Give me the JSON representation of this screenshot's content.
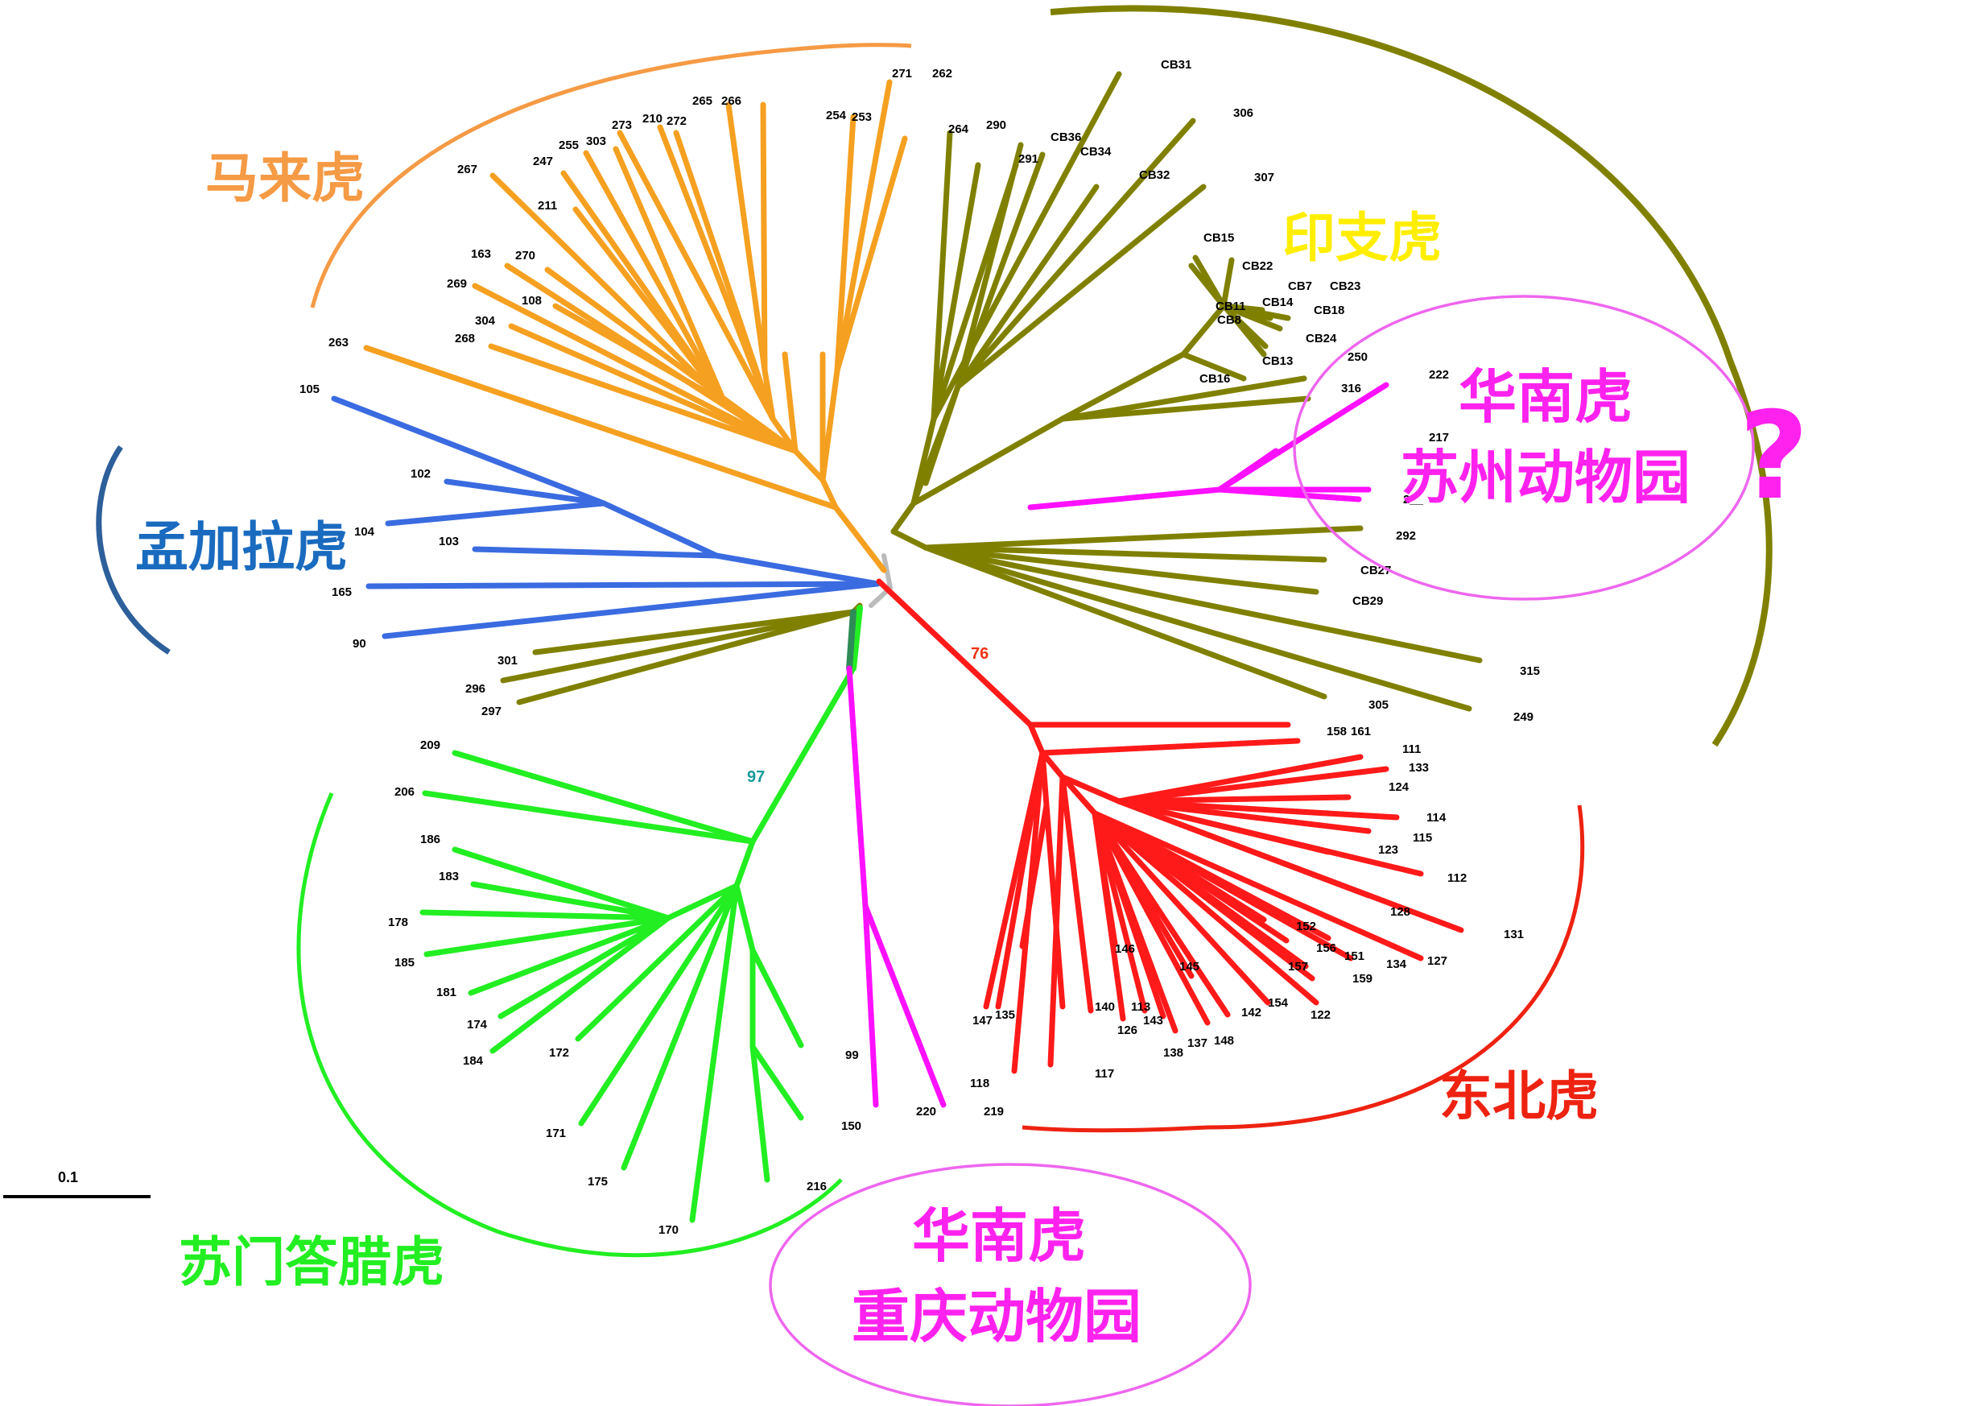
{
  "colors": {
    "malay": "#f5a020",
    "malay_arc": "#f59a45",
    "indochinese": "#808000",
    "bengal": "#3a6be0",
    "bengal_arc": "#2d5f9a",
    "sumatran": "#22ee22",
    "amur": "#ff1a1a",
    "amur_arc": "#ee2211",
    "south_china": "#ff10ff",
    "south_china_label": "#ff22ee",
    "ellipse": "#ee66ee",
    "indochinese_label": "#ffee00",
    "support_97": "#1a9a9a",
    "support_76": "#ee3311",
    "scale": "#000000"
  },
  "clade_labels": {
    "malay": "马来虎",
    "indochinese": "印支虎",
    "bengal": "孟加拉虎",
    "sumatran": "苏门答腊虎",
    "amur": "东北虎",
    "sc_suzhou_line1": "华南虎",
    "sc_suzhou_line2": "苏州动物园",
    "sc_suzhou_mark": "?",
    "sc_chongqing_line1": "华南虎",
    "sc_chongqing_line2": "重庆动物园"
  },
  "support_values": {
    "sumatran_node": "97",
    "amur_node": "76"
  },
  "scale_bar": {
    "label": "0.1"
  },
  "leaves": {
    "malay": [
      "271",
      "262",
      "265",
      "266",
      "254",
      "253",
      "273",
      "210",
      "272",
      "255",
      "303",
      "247",
      "267",
      "211",
      "163",
      "270",
      "108",
      "269",
      "304",
      "268",
      "263"
    ],
    "indochinese": [
      "CB31",
      "264",
      "290",
      "306",
      "CB36",
      "CB34",
      "291",
      "CB32",
      "307",
      "CB15",
      "CB22",
      "CB11",
      "CB14",
      "CB7",
      "CB23",
      "CB8",
      "CB18",
      "CB24",
      "CB13",
      "CB16",
      "250",
      "316",
      "292",
      "CB27",
      "CB29",
      "315",
      "305",
      "249",
      "301",
      "296",
      "297"
    ],
    "south_china_suzhou": [
      "222",
      "217",
      "2__"
    ],
    "bengal": [
      "105",
      "102",
      "104",
      "103",
      "165",
      "90"
    ],
    "sumatran": [
      "209",
      "206",
      "186",
      "183",
      "178",
      "185",
      "181",
      "174",
      "184",
      "172",
      "171",
      "175",
      "170",
      "216"
    ],
    "south_china_chongqing": [
      "99",
      "150",
      "220",
      "219"
    ],
    "amur": [
      "158",
      "161",
      "111",
      "133",
      "124",
      "114",
      "115",
      "123",
      "112",
      "128",
      "131",
      "152",
      "156",
      "151",
      "134",
      "127",
      "157",
      "159",
      "146",
      "145",
      "154",
      "142",
      "122",
      "140",
      "113",
      "143",
      "126",
      "137",
      "148",
      "138",
      "147",
      "135",
      "118",
      "117"
    ]
  }
}
